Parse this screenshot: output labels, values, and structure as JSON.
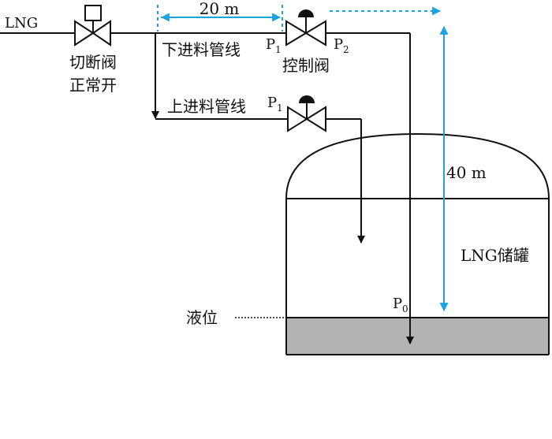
{
  "labels": {
    "inlet": "LNG",
    "shutoff_valve_line1": "切断阀",
    "shutoff_valve_line2": "正常开",
    "distance_horizontal": "20 m",
    "bottom_fill_line": "下进料管线",
    "top_fill_line": "上进料管线",
    "p1_bottom_base": "P",
    "p1_bottom_sub": "1",
    "p1_top_base": "P",
    "p1_top_sub": "1",
    "p2_base": "P",
    "p2_sub": "2",
    "control_valve": "控制阀",
    "distance_vertical": "40 m",
    "tank_name": "LNG储罐",
    "liquid_level": "液位",
    "p0_base": "P",
    "p0_sub": "0"
  },
  "colors": {
    "line": "#111111",
    "dimension": "#1aa3e0",
    "liquid": "#b3b3b3",
    "background": "#ffffff"
  },
  "icons": {
    "shutoff_valve": "gate-valve-with-actuator-icon",
    "control_valve": "control-valve-icon",
    "top_valve": "control-valve-icon"
  }
}
